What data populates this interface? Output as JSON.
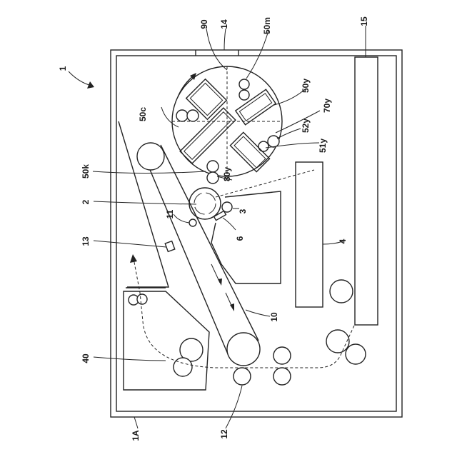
{
  "labels": {
    "apparatus": "1",
    "housing": "1A",
    "photoconductor": "2",
    "charger": "3",
    "exposure_unit": "4",
    "cleaner": "6",
    "belt": "10",
    "primary_transfer": "11",
    "secondary_transfer": "12",
    "sensor": "13",
    "door": "14",
    "tray": "15",
    "fixing_unit": "40",
    "cartridge_k": "50k",
    "cartridge_c": "50c",
    "cartridge_m": "50m",
    "cartridge_y": "50y",
    "developing_roller_y": "51y",
    "supply_roller_y": "52y",
    "body_y": "70y",
    "roller_y": "80y",
    "rotary": "90"
  },
  "colors": {
    "line": "#222222",
    "background": "#ffffff"
  }
}
